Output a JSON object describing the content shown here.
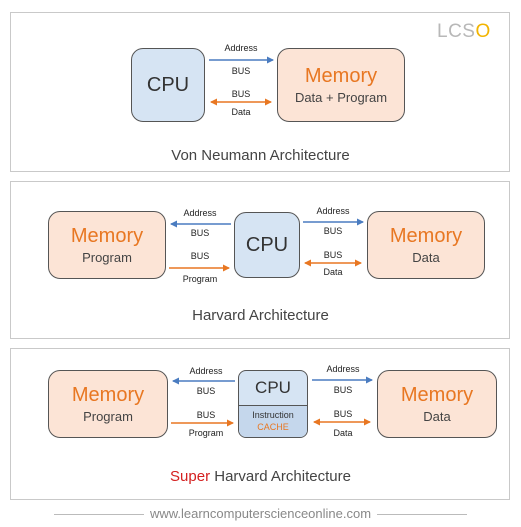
{
  "logo": {
    "text_main": "LCS",
    "text_accent": "O"
  },
  "panel1": {
    "cpu": "CPU",
    "memory_title": "Memory",
    "memory_sub": "Data + Program",
    "address": "Address",
    "bus_top": "BUS",
    "bus_bottom": "BUS",
    "data": "Data",
    "caption": "Von Neumann Architecture"
  },
  "panel2": {
    "mem_left_title": "Memory",
    "mem_left_sub": "Program",
    "cpu": "CPU",
    "mem_right_title": "Memory",
    "mem_right_sub": "Data",
    "l_address": "Address",
    "l_bus_top": "BUS",
    "l_bus_bottom": "BUS",
    "l_program": "Program",
    "r_address": "Address",
    "r_bus_top": "BUS",
    "r_bus_bottom": "BUS",
    "r_data": "Data",
    "caption": "Harvard Architecture"
  },
  "panel3": {
    "mem_left_title": "Memory",
    "mem_left_sub": "Program",
    "cpu": "CPU",
    "instruction": "Instruction",
    "cache": "CACHE",
    "mem_right_title": "Memory",
    "mem_right_sub": "Data",
    "l_address": "Address",
    "l_bus_top": "BUS",
    "l_bus_bottom": "BUS",
    "l_program": "Program",
    "r_address": "Address",
    "r_bus_top": "BUS",
    "r_bus_bottom": "BUS",
    "r_data": "Data",
    "caption_red": "Super",
    "caption_rest": " Harvard Architecture"
  },
  "footer": {
    "url": "www.learncomputerscienceonline.com"
  },
  "colors": {
    "address_arrow": "#4a7cc0",
    "data_arrow": "#e87722",
    "cpu_fill": "#d6e4f3",
    "memory_fill": "#fce4d6",
    "accent_red": "#d42020"
  }
}
